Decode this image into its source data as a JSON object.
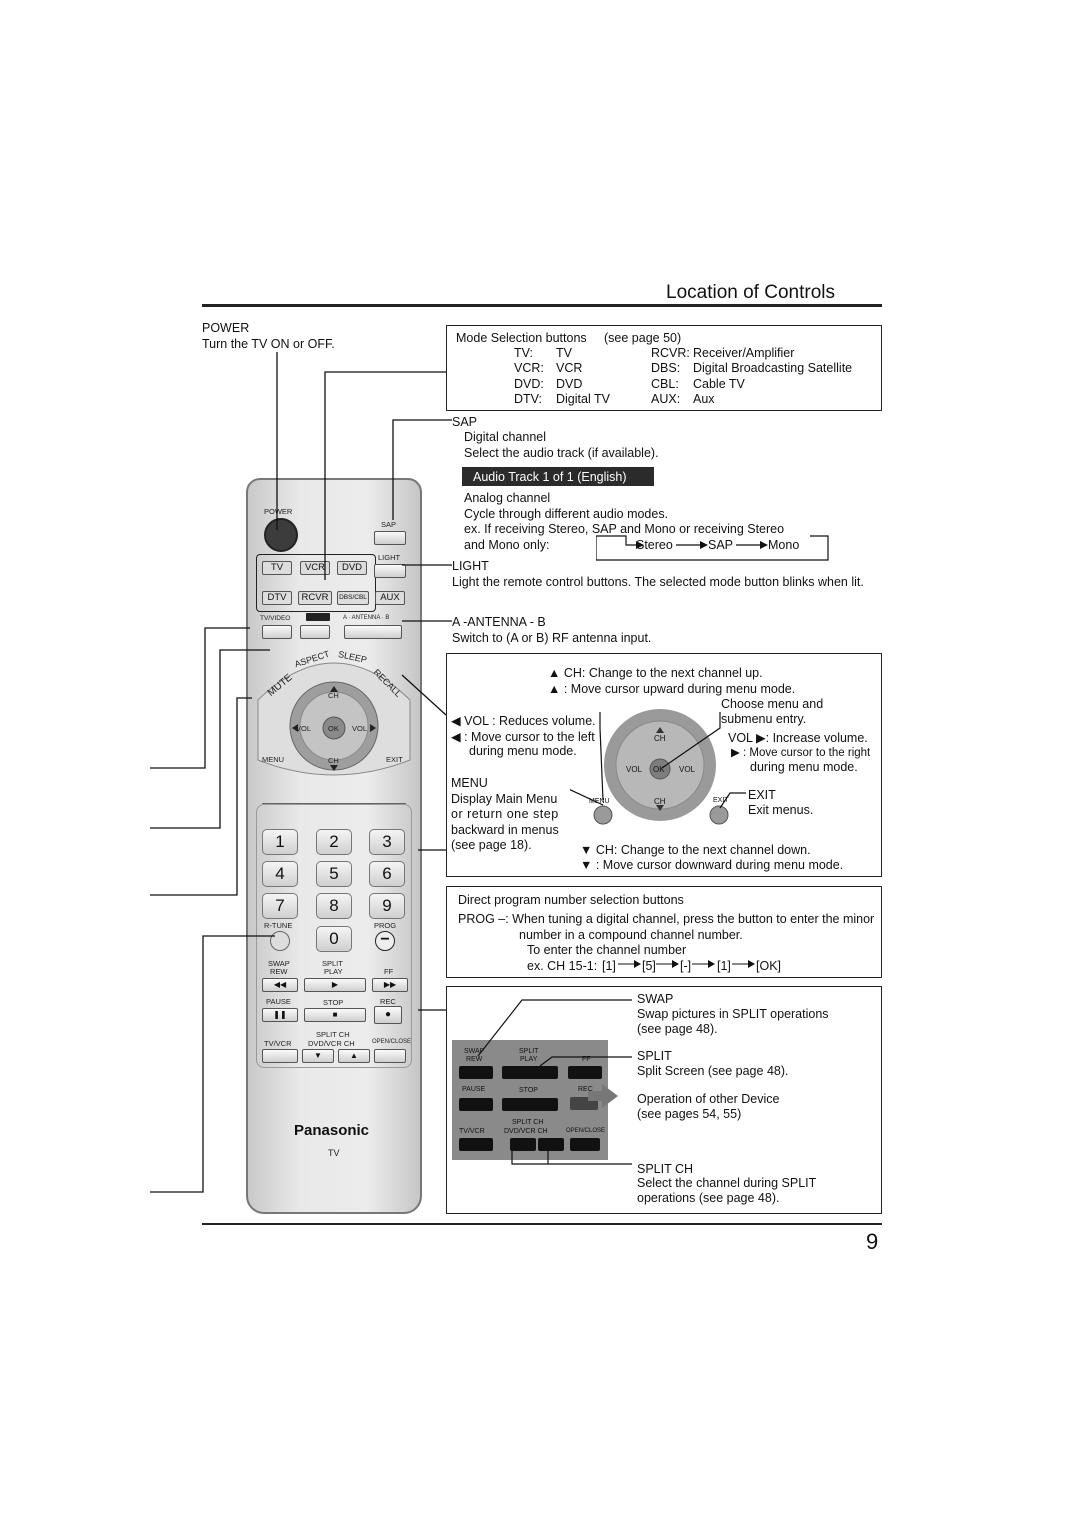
{
  "page": {
    "title": "Location of Controls",
    "page_number": "9"
  },
  "power": {
    "heading": "POWER",
    "desc": "Turn the TV ON or OFF."
  },
  "mode_box": {
    "heading": "Mode Selection buttons",
    "see_page": "(see page 50)",
    "rows": [
      {
        "k1": "TV:",
        "v1": "TV",
        "k2": "RCVR:",
        "v2": "Receiver/Amplifier"
      },
      {
        "k1": "VCR:",
        "v1": "VCR",
        "k2": "DBS:",
        "v2": "Digital Broadcasting Satellite"
      },
      {
        "k1": "DVD:",
        "v1": "DVD",
        "k2": "CBL:",
        "v2": "Cable TV"
      },
      {
        "k1": "DTV:",
        "v1": "Digital TV",
        "k2": "AUX:",
        "v2": "Aux"
      }
    ]
  },
  "sap": {
    "heading": "SAP",
    "digital": "Digital channel",
    "digital_desc": "Select the audio track (if available).",
    "osd": "Audio Track 1 of 1 (English)",
    "analog": "Analog channel",
    "analog_desc": "Cycle through different audio modes.",
    "example": "ex. If receiving Stereo, SAP and Mono or receiving Stereo",
    "example2": "and Mono only:",
    "cycle": [
      "Stereo",
      "SAP",
      "Mono"
    ]
  },
  "light": {
    "heading": "LIGHT",
    "desc": "Light the remote control buttons. The selected mode button blinks when lit."
  },
  "antenna": {
    "heading": "A -ANTENNA - B",
    "desc": "Switch to (A or B) RF antenna input."
  },
  "nav_box": {
    "ch_up": "▲ CH: Change to the next channel up.",
    "cursor_up": "▲ : Move cursor upward during menu mode.",
    "choose_menu": "Choose menu and",
    "submenu": "submenu entry.",
    "vol_down": "◀ VOL : Reduces volume.",
    "cursor_left": "◀ : Move cursor to the left",
    "cursor_left2": "during menu mode.",
    "vol_up": "VOL ▶: Increase volume.",
    "cursor_right": "▶ : Move cursor to the right",
    "cursor_right2": "during menu mode.",
    "menu_heading": "MENU",
    "menu_desc1": "Display Main Menu",
    "menu_desc2": "or return one step",
    "menu_desc3": "backward in menus",
    "menu_desc4": "(see page 18).",
    "exit_heading": "EXIT",
    "exit_desc": "Exit menus.",
    "ch_down": "▼ CH: Change to the next channel down.",
    "cursor_down": "▼ : Move cursor downward during menu mode.",
    "pad_ch": "CH",
    "pad_vol": "VOL",
    "pad_ok": "OK",
    "pad_menu": "MENU",
    "pad_exit": "EXIT"
  },
  "prog_box": {
    "heading": "Direct program number selection buttons",
    "prog_label": "PROG –: When tuning a digital channel, press the button to enter the minor",
    "prog_label2": "number in a compound channel number.",
    "enter": "To enter the channel number",
    "example_prefix": "ex. CH 15-1:",
    "example_steps": [
      "[1]",
      "[5]",
      "[-]",
      "[1]",
      "[OK]"
    ]
  },
  "swap_box": {
    "swap_heading": "SWAP",
    "swap_desc": "Swap pictures in SPLIT operations",
    "swap_see": "(see page 48).",
    "split_heading": "SPLIT",
    "split_desc": "Split Screen (see page 48).",
    "other": "Operation of other Device",
    "other_see": "(see pages 54, 55)",
    "splitch_heading": "SPLIT CH",
    "splitch_desc": "Select the channel during SPLIT",
    "splitch_see": "operations (see page 48).",
    "panel_labels": {
      "swap": "SWAP",
      "rew": "REW",
      "split": "SPLIT",
      "play": "PLAY",
      "ff": "FF",
      "pause": "PAUSE",
      "stop": "STOP",
      "rec": "REC",
      "splitch": "SPLIT CH",
      "tvvcr": "TV/VCR",
      "dvdvcrch": "DVD/VCR CH",
      "openclose": "OPEN/CLOSE"
    }
  },
  "remote": {
    "power": "POWER",
    "sap": "SAP",
    "light": "LIGHT",
    "modes_row1": [
      "TV",
      "VCR",
      "DVD"
    ],
    "modes_row2": [
      "DTV",
      "RCVR",
      "DBS/CBL",
      "AUX"
    ],
    "tvvideo": "TV/VIDEO",
    "antenna": "A · ANTENNA · B",
    "arc": [
      "MUTE",
      "ASPECT",
      "SLEEP",
      "RECALL"
    ],
    "ch": "CH",
    "vol": "VOL",
    "ok": "OK",
    "menu": "MENU",
    "exit": "EXIT",
    "digits": [
      "1",
      "2",
      "3",
      "4",
      "5",
      "6",
      "7",
      "8",
      "9",
      "0"
    ],
    "rtune": "R-TUNE",
    "prog": "PROG",
    "swap": "SWAP",
    "rew": "REW",
    "split": "SPLIT",
    "play": "PLAY",
    "ff": "FF",
    "pause": "PAUSE",
    "stop": "STOP",
    "rec": "REC",
    "splitch": "SPLIT CH",
    "tvvcr": "TV/VCR",
    "dvdvcrch": "DVD/VCR CH",
    "openclose": "OPEN/CLOSE",
    "brand": "Panasonic",
    "model": "TV"
  }
}
